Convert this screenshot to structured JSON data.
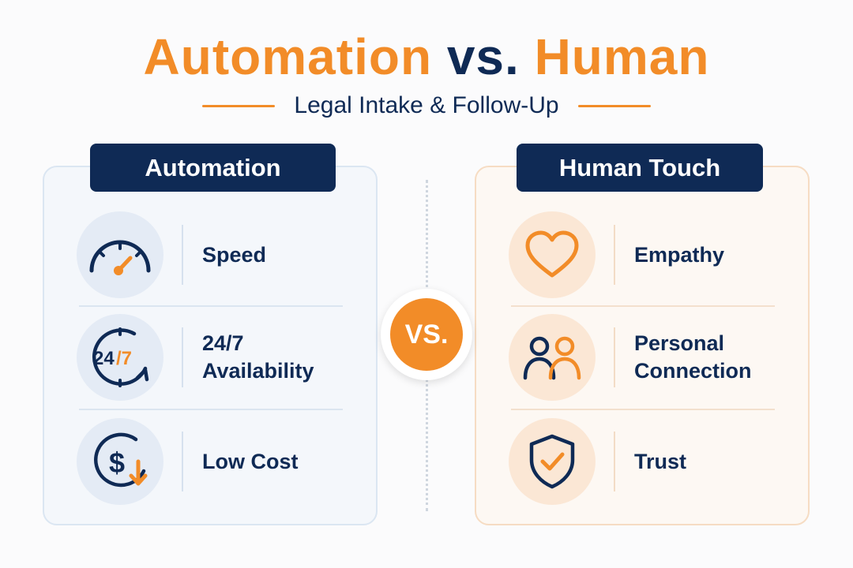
{
  "header": {
    "title_part1": "Automation",
    "title_part2": "vs.",
    "title_part3": "Human",
    "subtitle": "Legal Intake & Follow-Up"
  },
  "automation": {
    "heading": "Automation",
    "items": [
      {
        "label": "Speed",
        "icon": "speedometer-icon"
      },
      {
        "label": "24/7\nAvailability",
        "icon": "clock-24-7-icon",
        "icon_text_a": "24",
        "icon_text_b": "/7"
      },
      {
        "label": "Low Cost",
        "icon": "dollar-down-icon",
        "icon_text": "$"
      }
    ]
  },
  "human": {
    "heading": "Human Touch",
    "items": [
      {
        "label": "Empathy",
        "icon": "heart-icon"
      },
      {
        "label": "Personal\nConnection",
        "icon": "people-icon"
      },
      {
        "label": "Trust",
        "icon": "shield-check-icon"
      }
    ]
  },
  "vs_badge": "VS.",
  "colors": {
    "navy": "#0f2a55",
    "orange": "#f28c28"
  }
}
